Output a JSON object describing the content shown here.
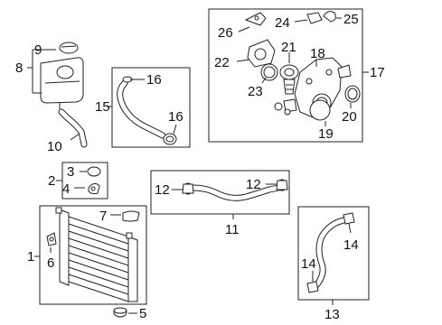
{
  "callouts": {
    "c1": "1",
    "c2": "2",
    "c3": "3",
    "c4": "4",
    "c5": "5",
    "c6": "6",
    "c7": "7",
    "c8": "8",
    "c9": "9",
    "c10": "10",
    "c11": "11",
    "c12a": "12",
    "c12b": "12",
    "c13": "13",
    "c14a": "14",
    "c14b": "14",
    "c15": "15",
    "c16a": "16",
    "c16b": "16",
    "c17": "17",
    "c18": "18",
    "c19": "19",
    "c20": "20",
    "c21": "21",
    "c22": "22",
    "c23": "23",
    "c24": "24",
    "c25": "25",
    "c26": "26"
  }
}
